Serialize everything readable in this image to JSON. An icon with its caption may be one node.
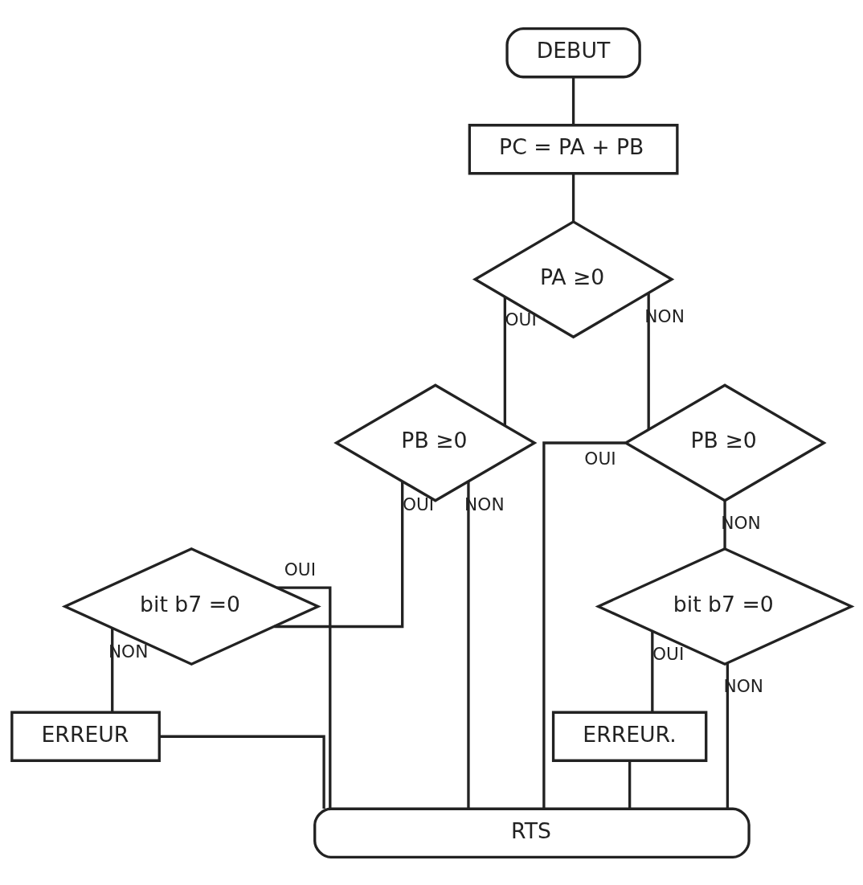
{
  "diagram": {
    "nodes": [
      {
        "text": [
          "DEBUT"
        ]
      },
      {
        "text": [
          "PC = PA + PB"
        ]
      },
      {
        "text": [
          "PA ≥0"
        ]
      },
      {
        "text": [
          "PB ≥0"
        ]
      },
      {
        "text": [
          "PB ≥0"
        ]
      },
      {
        "text": [
          "bit b7 =0"
        ]
      },
      {
        "text": [
          "bit b7 =0"
        ]
      },
      {
        "text": [
          "ERREUR"
        ]
      },
      {
        "text": [
          "ERREUR."
        ]
      },
      {
        "text": [
          "RTS"
        ]
      }
    ],
    "edges": [
      {
        "from": 0,
        "to": 1,
        "arrow": "none"
      },
      {
        "from": 1,
        "to": 2,
        "arrow": "none"
      },
      {
        "from": 2,
        "to": 3,
        "arrow": "none",
        "label": "OUI"
      },
      {
        "from": 2,
        "to": 4,
        "arrow": "none",
        "label": "NON"
      },
      {
        "from": 3,
        "to": 5,
        "arrow": "none",
        "label": "OUI"
      },
      {
        "from": 3,
        "to": 9,
        "arrow": "none",
        "label": "NON"
      },
      {
        "from": 4,
        "to": 9,
        "arrow": "none",
        "label": "OUI"
      },
      {
        "from": 4,
        "to": 6,
        "arrow": "none",
        "label": "NON"
      },
      {
        "from": 5,
        "to": 9,
        "arrow": "none",
        "label": "OUI"
      },
      {
        "from": 5,
        "to": 7,
        "arrow": "none",
        "label": "NON"
      },
      {
        "from": 6,
        "to": 9,
        "arrow": "none",
        "label": "NON"
      },
      {
        "from": 6,
        "to": 8,
        "arrow": "none",
        "label": "OUI"
      },
      {
        "from": 7,
        "to": 9,
        "arrow": "none"
      },
      {
        "from": 8,
        "to": 9,
        "arrow": "none"
      }
    ]
  }
}
